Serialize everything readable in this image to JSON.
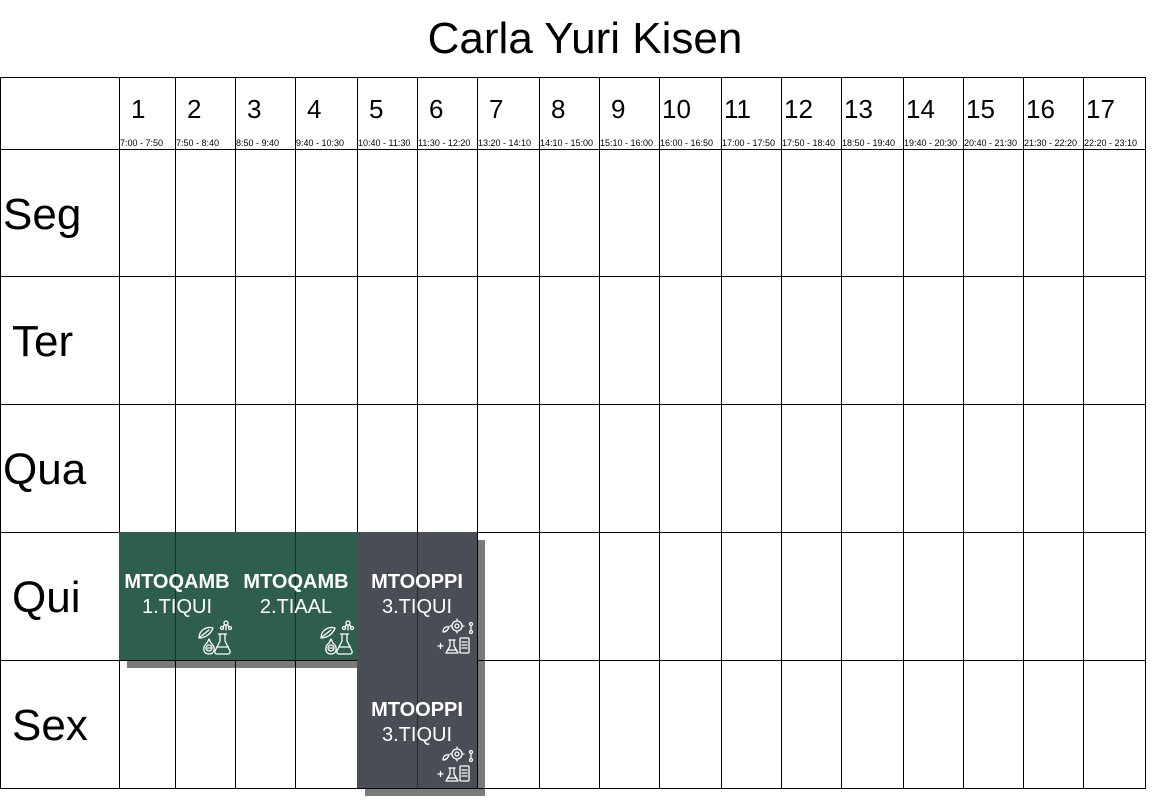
{
  "title": "Carla Yuri Kisen",
  "columns": [
    {
      "num": "1",
      "time": "7:00 - 7:50"
    },
    {
      "num": "2",
      "time": "7:50 - 8:40"
    },
    {
      "num": "3",
      "time": "8:50 - 9:40"
    },
    {
      "num": "4",
      "time": "9:40 - 10:30"
    },
    {
      "num": "5",
      "time": "10:40 - 11:30"
    },
    {
      "num": "6",
      "time": "11:30 - 12:20"
    },
    {
      "num": "7",
      "time": "13:20 - 14:10"
    },
    {
      "num": "8",
      "time": "14:10 - 15:00"
    },
    {
      "num": "9",
      "time": "15:10 - 16:00"
    },
    {
      "num": "10",
      "time": "16:00 - 16:50"
    },
    {
      "num": "11",
      "time": "17:00 - 17:50"
    },
    {
      "num": "12",
      "time": "17:50 - 18:40"
    },
    {
      "num": "13",
      "time": "18:50 - 19:40"
    },
    {
      "num": "14",
      "time": "19:40 - 20:30"
    },
    {
      "num": "15",
      "time": "20:40 - 21:30"
    },
    {
      "num": "16",
      "time": "21:30 - 22:20"
    },
    {
      "num": "17",
      "time": "22:20 - 23:10"
    }
  ],
  "days": [
    "Seg",
    "Ter",
    "Qua",
    "Qui",
    "Sex"
  ],
  "classes": [
    {
      "day": 3,
      "start": 1,
      "span": 2,
      "name": "MTOQAMB",
      "group": "1.TIQUI",
      "color": "#2d5e4e",
      "icon": "environment-chemistry-icon"
    },
    {
      "day": 3,
      "start": 3,
      "span": 2,
      "name": "MTOQAMB",
      "group": "2.TIAAL",
      "color": "#2d5e4e",
      "icon": "environment-chemistry-icon"
    },
    {
      "day": 3,
      "start": 5,
      "span": 2,
      "name": "MTOOPPI",
      "group": "3.TIQUI",
      "color": "#494d55",
      "icon": "lab-process-icon"
    },
    {
      "day": 4,
      "start": 5,
      "span": 2,
      "name": "MTOOPPI",
      "group": "3.TIQUI",
      "color": "#494d55",
      "icon": "lab-process-icon"
    }
  ],
  "colors": {
    "grid_line": "#000000",
    "shadow": "#7a7a7a"
  }
}
